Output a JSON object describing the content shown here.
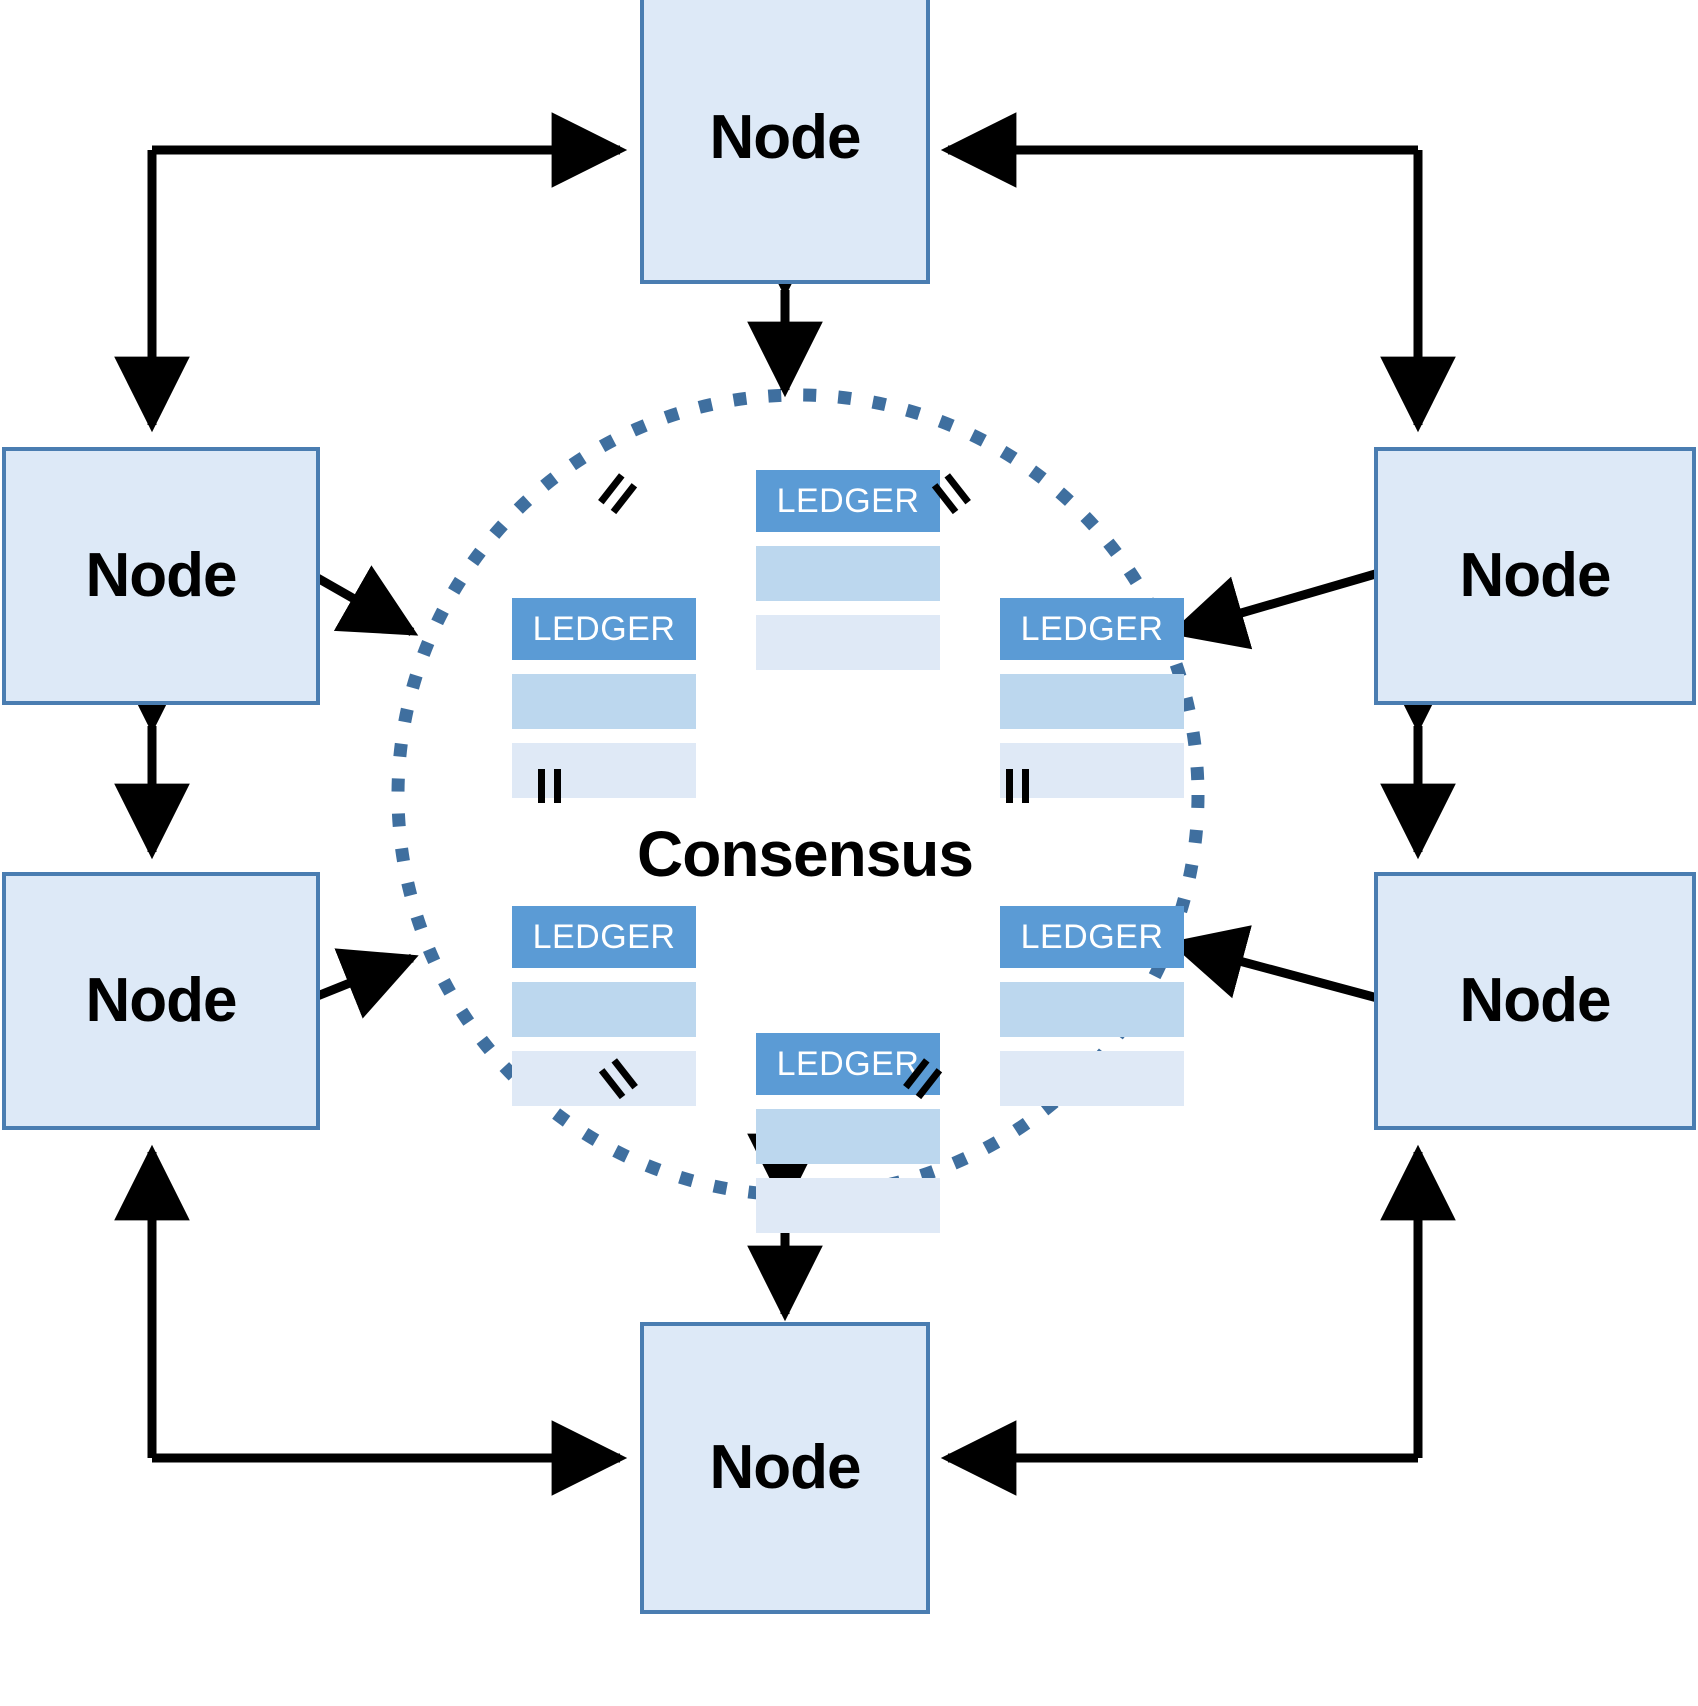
{
  "diagram": {
    "title": "Distributed ledger consensus network",
    "colors": {
      "node_fill": "#dde9f7",
      "node_border": "#4a7db1",
      "ledger_header": "#5b9bd5",
      "ledger_row_a": "#bcd7ee",
      "ledger_row_b": "#dfe9f6",
      "circle_dotted": "#3f6f9f",
      "arrow": "#000000"
    },
    "center": {
      "label": "Consensus",
      "boundary_shape": "dotted-circle"
    },
    "nodes": [
      {
        "id": "node-top",
        "label": "Node",
        "position": "top"
      },
      {
        "id": "node-left-1",
        "label": "Node",
        "position": "left-upper"
      },
      {
        "id": "node-left-2",
        "label": "Node",
        "position": "left-lower"
      },
      {
        "id": "node-right-1",
        "label": "Node",
        "position": "right-upper"
      },
      {
        "id": "node-right-2",
        "label": "Node",
        "position": "right-lower"
      },
      {
        "id": "node-bottom",
        "label": "Node",
        "position": "bottom"
      }
    ],
    "ledgers": [
      {
        "id": "ledger-top",
        "header": "LEDGER",
        "rows": 2,
        "position": "top"
      },
      {
        "id": "ledger-left-upper",
        "header": "LEDGER",
        "rows": 2,
        "position": "left-upper"
      },
      {
        "id": "ledger-right-upper",
        "header": "LEDGER",
        "rows": 2,
        "position": "right-upper"
      },
      {
        "id": "ledger-left-lower",
        "header": "LEDGER",
        "rows": 2,
        "position": "left-lower"
      },
      {
        "id": "ledger-right-lower",
        "header": "LEDGER",
        "rows": 2,
        "position": "right-lower"
      },
      {
        "id": "ledger-bottom",
        "header": "LEDGER",
        "rows": 2,
        "position": "bottom"
      }
    ],
    "equals_marks": [
      {
        "id": "equals-top-left",
        "symbol": "="
      },
      {
        "id": "equals-top-right",
        "symbol": "="
      },
      {
        "id": "equals-middle-left",
        "symbol": "="
      },
      {
        "id": "equals-middle-right",
        "symbol": "="
      },
      {
        "id": "equals-bottom-left",
        "symbol": "="
      },
      {
        "id": "equals-bottom-right",
        "symbol": "="
      }
    ]
  }
}
